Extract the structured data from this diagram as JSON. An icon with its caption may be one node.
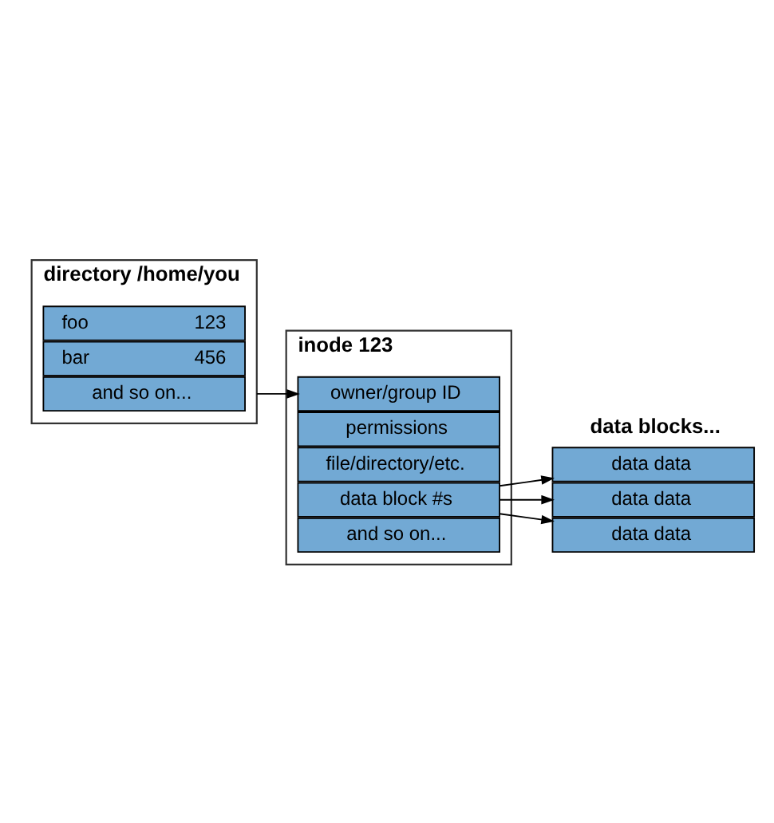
{
  "diagram": {
    "nodes": [
      {
        "text": [
          "directory /home/you"
        ]
      },
      {
        "text": [
          "foo",
          "123"
        ],
        "in": 0
      },
      {
        "text": [
          "bar",
          "456"
        ],
        "in": 0
      },
      {
        "text": [
          "and so on..."
        ],
        "in": 0
      },
      {
        "text": [
          "inode 123"
        ]
      },
      {
        "text": [
          "owner/group ID"
        ],
        "in": 4
      },
      {
        "text": [
          "permissions"
        ],
        "in": 4
      },
      {
        "text": [
          "file/directory/etc."
        ],
        "in": 4
      },
      {
        "text": [
          "data block #s"
        ],
        "in": 4
      },
      {
        "text": [
          "and so on..."
        ],
        "in": 4
      },
      {
        "text": [
          "data data"
        ]
      },
      {
        "text": [
          "data data"
        ]
      },
      {
        "text": [
          "data data"
        ]
      }
    ],
    "edges": [
      {
        "from": 0,
        "to": 5,
        "arrow": "to"
      },
      {
        "from": 8,
        "to": 10,
        "arrow": "to"
      },
      {
        "from": 8,
        "to": 11,
        "arrow": "to"
      },
      {
        "from": 8,
        "to": 12,
        "arrow": "to"
      }
    ],
    "labels": [
      "data blocks..."
    ]
  }
}
